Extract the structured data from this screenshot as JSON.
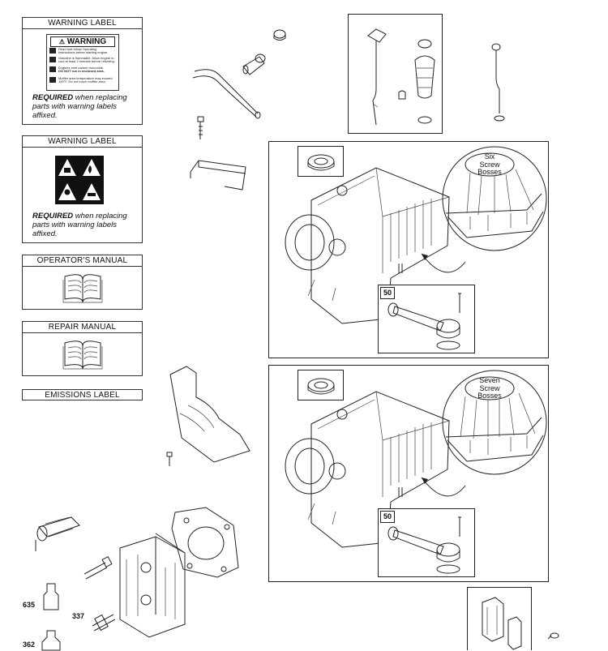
{
  "labels": {
    "warning_label_1": {
      "title": "WARNING LABEL",
      "badge": "WARNING",
      "lines": [
        "Read and follow Operating",
        "Instructions before starting engine.",
        "Gasoline is flammable. Allow engine to",
        "cool at least 2 minutes before refueling.",
        "Engines emit carbon monoxide.",
        "DO NOT run in enclosed area.",
        "Muffler area temperature may exceed",
        "150°F. Do not touch muffler area."
      ],
      "req_bold": "REQUIRED",
      "req_rest": " when replacing parts with warning labels affixed."
    },
    "warning_label_2": {
      "title": "WARNING LABEL",
      "req_bold": "REQUIRED",
      "req_rest": " when replacing parts with warning labels affixed."
    },
    "operators_manual": {
      "title": "OPERATOR'S MANUAL"
    },
    "repair_manual": {
      "title": "REPAIR MANUAL"
    },
    "emissions_label": {
      "title": "EMISSIONS LABEL"
    }
  },
  "panels": {
    "upper": {
      "bubble": [
        "Six",
        "Screw",
        "Bosses"
      ],
      "part_box": "50"
    },
    "lower": {
      "bubble": [
        "Seven",
        "Screw",
        "Bosses"
      ],
      "part_box": "50"
    }
  },
  "callouts": {
    "c635": "635",
    "c337": "337",
    "c362": "362"
  },
  "icons": [
    "book-icon",
    "warning-pictograms"
  ]
}
